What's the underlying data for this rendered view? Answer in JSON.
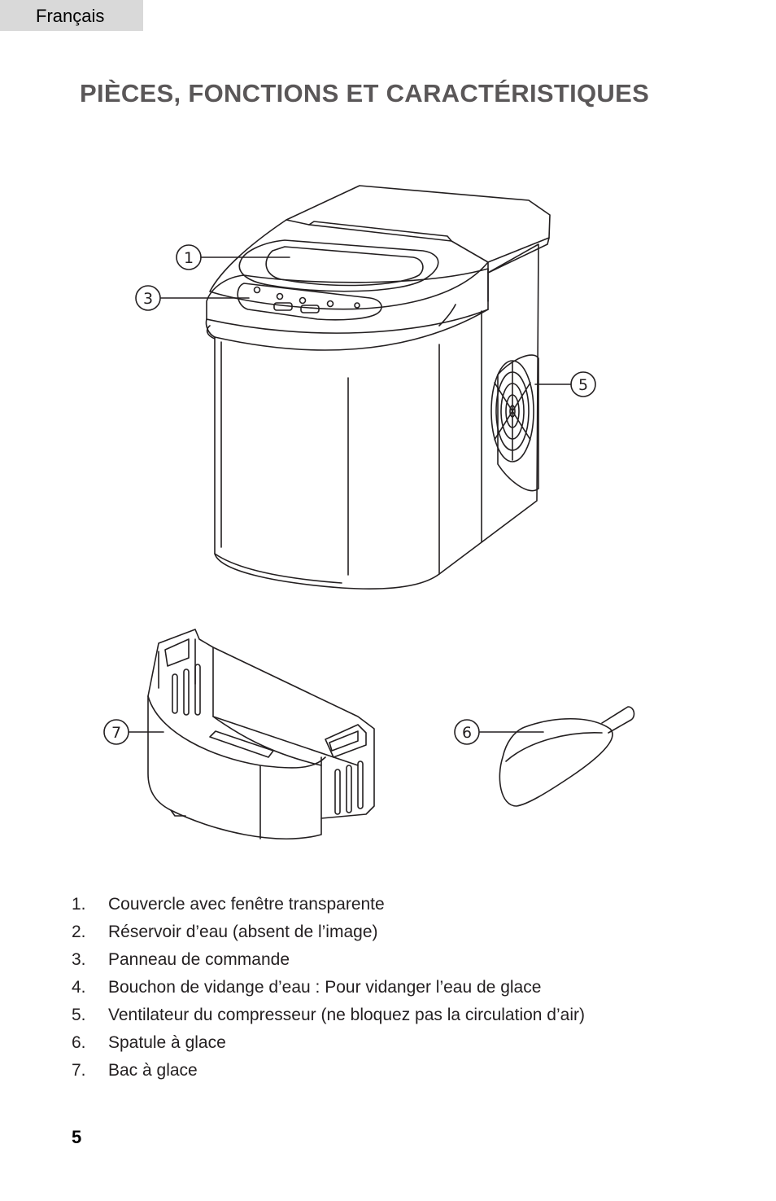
{
  "header": {
    "language_tab": "Français"
  },
  "title": "PIÈCES, FONCTIONS ET CARACTÉRISTIQUES",
  "callouts": {
    "lid": "1",
    "control_panel": "3",
    "fan": "5",
    "scoop": "6",
    "basket": "7"
  },
  "parts": [
    {
      "number": "1.",
      "label": "Couvercle avec fenêtre transparente"
    },
    {
      "number": "2.",
      "label": "Réservoir d’eau (absent de l’image)"
    },
    {
      "number": "3.",
      "label": "Panneau de commande"
    },
    {
      "number": "4.",
      "label": "Bouchon de vidange d’eau : Pour vidanger l’eau de glace"
    },
    {
      "number": "5.",
      "label": "Ventilateur du compresseur (ne bloquez pas la circulation d’air)"
    },
    {
      "number": "6.",
      "label": "Spatule à glace"
    },
    {
      "number": "7.",
      "label": "Bac à glace"
    }
  ],
  "footer": {
    "page_number": "5"
  }
}
